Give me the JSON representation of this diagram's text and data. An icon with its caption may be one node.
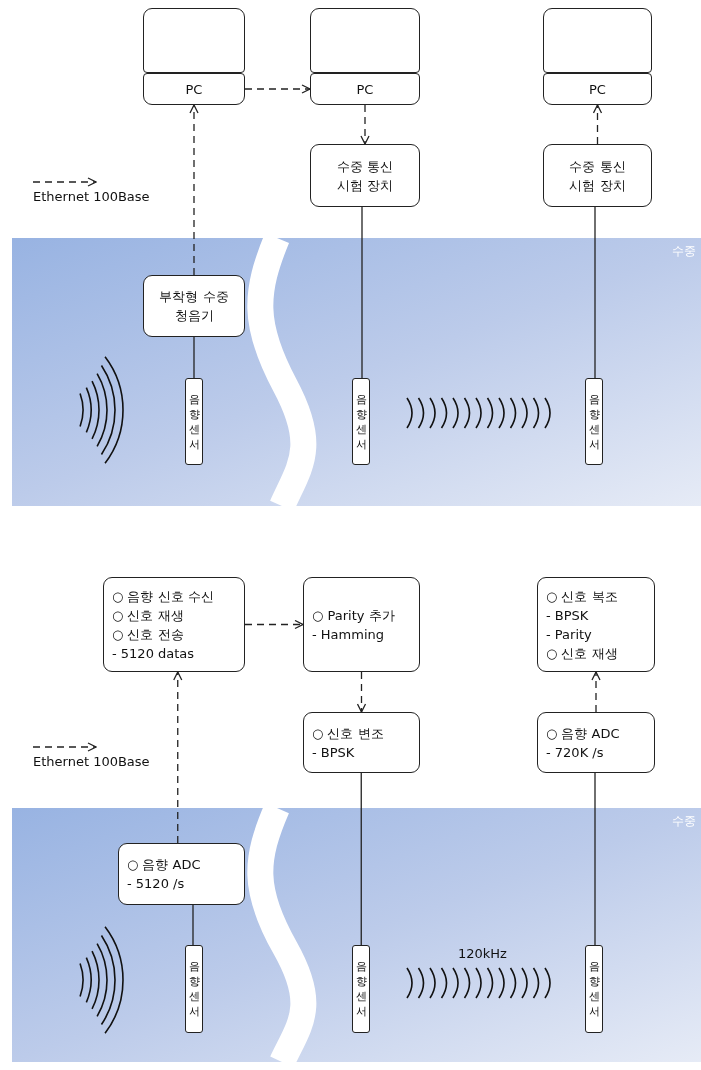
{
  "diagram": {
    "nodes": [
      {
        "text": [],
        "shape": "box"
      },
      {
        "text": [
          "PC"
        ]
      },
      {
        "text": [],
        "shape": "box"
      },
      {
        "text": [
          "PC"
        ]
      },
      {
        "text": [],
        "shape": "box"
      },
      {
        "text": [
          "PC"
        ]
      },
      {
        "text": [
          "수중 통신 시험 장치"
        ]
      },
      {
        "text": [
          "수중 통신 시험 장치"
        ]
      },
      {
        "text": [
          "부착형 수중 청음기"
        ]
      },
      {
        "text": [
          "음향센서"
        ]
      },
      {
        "text": [
          "음향센서"
        ]
      },
      {
        "text": [
          "음향센서"
        ]
      },
      {
        "text": [
          "○ 음향 신호 수신",
          "○ 신호 재생",
          "○ 신호 전송",
          "- 5120 datas"
        ]
      },
      {
        "text": [
          "○ Parity 추가",
          "- Hamming"
        ]
      },
      {
        "text": [
          "○ 신호 변조",
          "- BPSK"
        ]
      },
      {
        "text": [
          "○ 신호 복조",
          "- BPSK",
          "- Parity",
          "○ 신호 재생"
        ]
      },
      {
        "text": [
          "○ 음향 ADC",
          "- 720K /s"
        ]
      },
      {
        "text": [
          "○ 음향 ADC",
          "- 5120 /s"
        ]
      },
      {
        "text": [
          "음향센서"
        ]
      },
      {
        "text": [
          "음향센서"
        ]
      },
      {
        "text": [
          "음향센서"
        ]
      }
    ],
    "edges": [
      {
        "from": 8,
        "to": 1,
        "arrow": "to",
        "style": "dashed"
      },
      {
        "from": 1,
        "to": 3,
        "arrow": "to",
        "style": "dashed"
      },
      {
        "from": 3,
        "to": 6,
        "arrow": "to",
        "style": "dashed"
      },
      {
        "from": 7,
        "to": 5,
        "arrow": "to",
        "style": "dashed"
      },
      {
        "from": 9,
        "to": 8,
        "arrow": "none"
      },
      {
        "from": 10,
        "to": 6,
        "arrow": "none"
      },
      {
        "from": 11,
        "to": 7,
        "arrow": "none"
      },
      {
        "from": 17,
        "to": 12,
        "arrow": "to",
        "style": "dashed"
      },
      {
        "from": 12,
        "to": 13,
        "arrow": "to",
        "style": "dashed"
      },
      {
        "from": 13,
        "to": 14,
        "arrow": "to",
        "style": "dashed"
      },
      {
        "from": 16,
        "to": 15,
        "arrow": "to",
        "style": "dashed"
      },
      {
        "from": 18,
        "to": 17,
        "arrow": "none"
      },
      {
        "from": 19,
        "to": 14,
        "arrow": "none"
      },
      {
        "from": 20,
        "to": 16,
        "arrow": "none"
      }
    ],
    "labels": [
      "수중",
      "120kHz",
      "수중"
    ],
    "legend": [
      {
        "text": "Ethernet 100Base"
      },
      {
        "text": "Ethernet 100Base"
      }
    ]
  }
}
